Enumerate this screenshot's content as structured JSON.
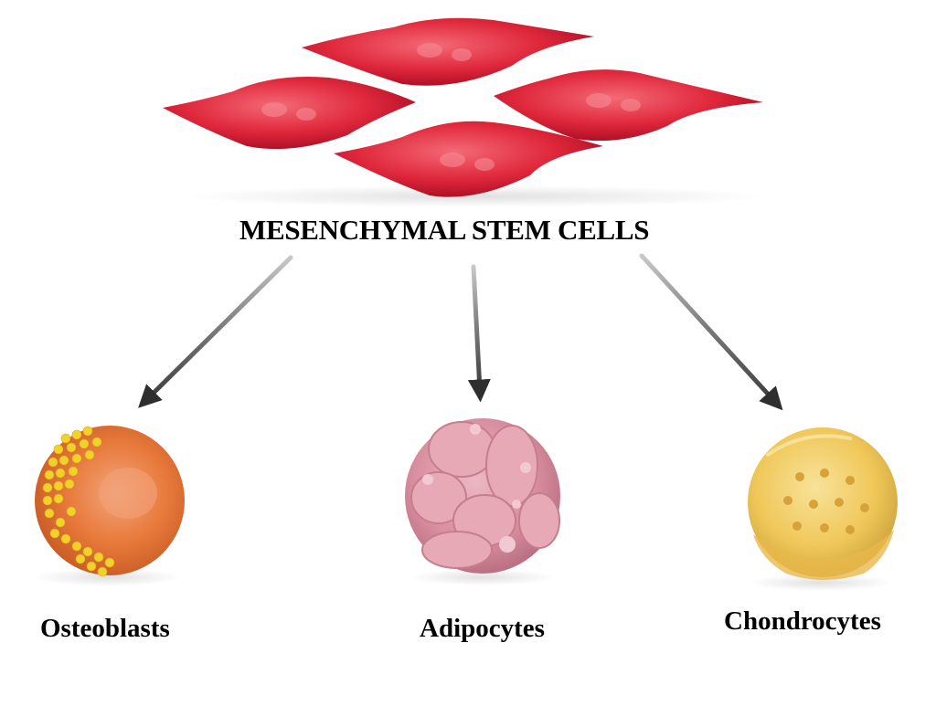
{
  "diagram": {
    "source": {
      "label": "MESENCHYMAL STEM CELLS",
      "icon": "spindle-cells-icon"
    },
    "targets": [
      {
        "label": "Osteoblasts",
        "icon": "osteoblast-cell-icon"
      },
      {
        "label": "Adipocytes",
        "icon": "adipocyte-cell-icon"
      },
      {
        "label": "Chondrocytes",
        "icon": "chondrocyte-cell-icon"
      }
    ],
    "colors": {
      "stem_cell": "#e0283c",
      "osteoblast": "#e87a3c",
      "osteoblast_granules": "#f2d22a",
      "adipocyte": "#d98fa0",
      "chondrocyte": "#f0c85a",
      "arrow": "#3a3a3a"
    }
  }
}
